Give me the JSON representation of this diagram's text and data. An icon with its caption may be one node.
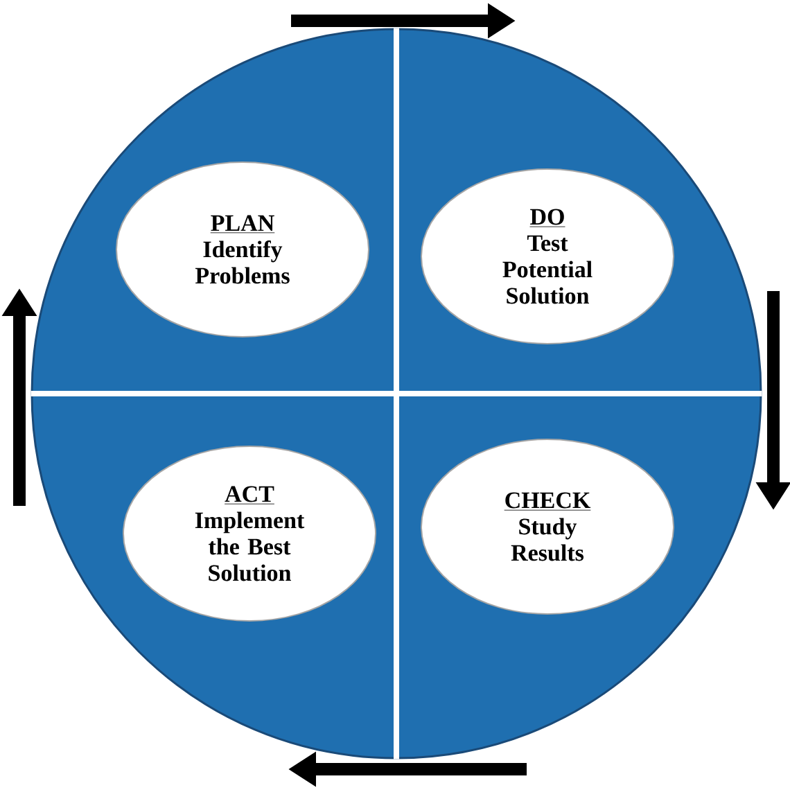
{
  "diagram": {
    "nodes": [
      {
        "text": [],
        "shape": "circle"
      },
      {
        "text": [
          "PLAN",
          "Identify Problems"
        ],
        "in": 0
      },
      {
        "text": [
          "DO",
          "Test Potential Solution"
        ],
        "in": 0
      },
      {
        "text": [
          "CHECK",
          "Study Results"
        ],
        "in": 0
      },
      {
        "text": [
          "ACT",
          "Implement the Best Solution"
        ],
        "in": 0
      }
    ]
  }
}
